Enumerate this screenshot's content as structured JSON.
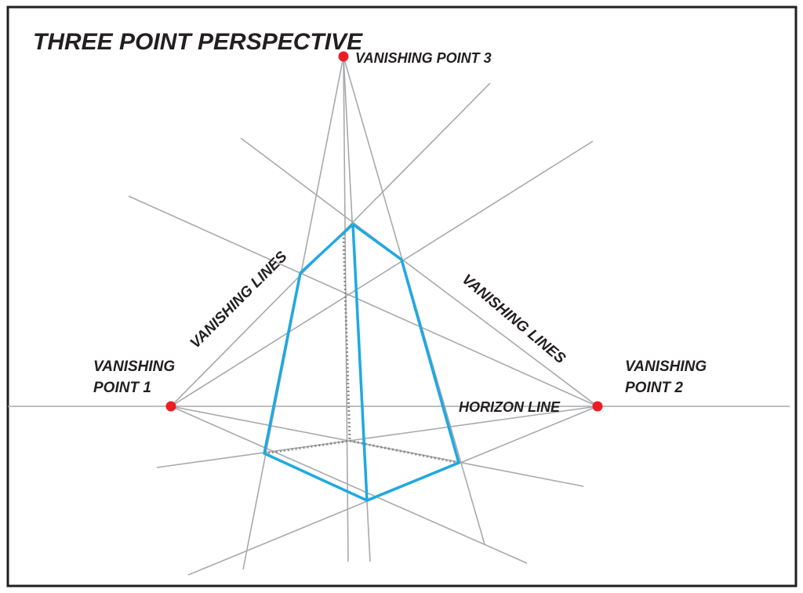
{
  "title": "THREE POINT PERSPECTIVE",
  "labels": {
    "vp3": "VANISHING POINT 3",
    "vp1_line1": "VANISHING",
    "vp1_line2": "POINT 1",
    "vp2_line1": "VANISHING",
    "vp2_line2": "POINT 2",
    "vanishing_lines_left": "VANISHING LINES",
    "vanishing_lines_right": "VANISHING LINES",
    "horizon": "HORIZON LINE"
  },
  "colors": {
    "border": "#231f20",
    "construction_line": "#a7a9ac",
    "hidden_edge": "#8a8c8e",
    "object_edge": "#1fa9e1",
    "vanishing_point": "#ed1c24",
    "text": "#231f20"
  }
}
